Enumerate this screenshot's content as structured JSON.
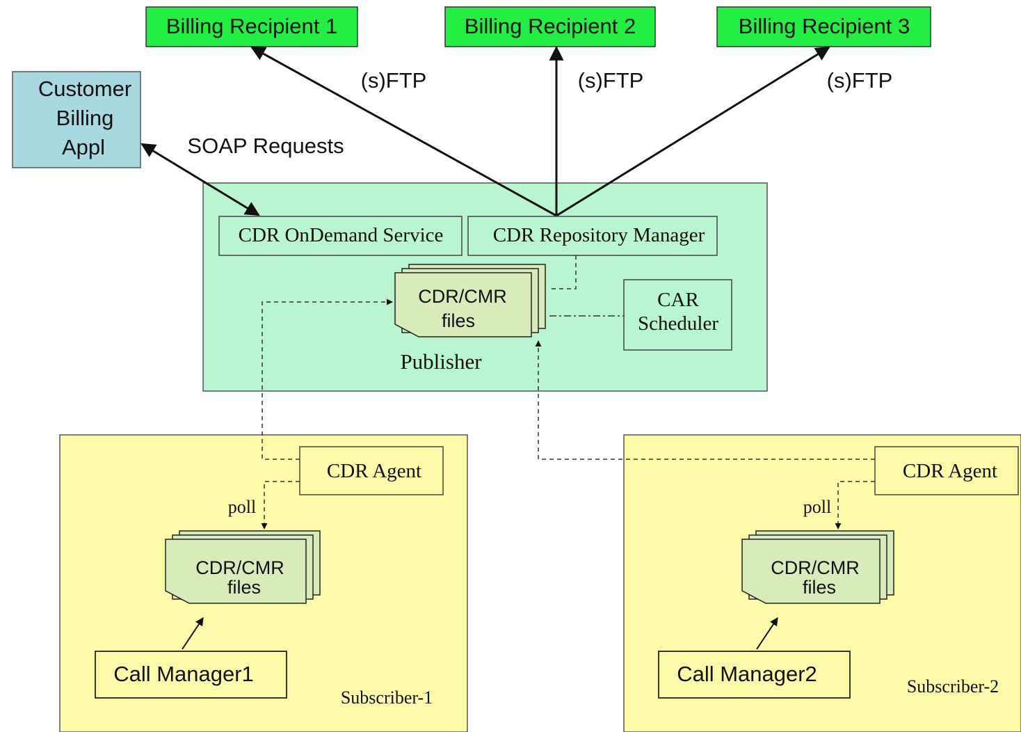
{
  "billing_recipients": [
    {
      "label": "Billing Recipient 1"
    },
    {
      "label": "Billing Recipient 2"
    },
    {
      "label": "Billing Recipient 3"
    }
  ],
  "ftp_labels": [
    "(s)FTP",
    "(s)FTP",
    "(s)FTP"
  ],
  "customer_billing": {
    "line1": "Customer",
    "line2": "Billing",
    "line3": "Appl"
  },
  "soap_label": "SOAP Requests",
  "publisher": {
    "label": "Publisher",
    "ondemand_service": "CDR OnDemand Service",
    "repository_manager": "CDR Repository Manager",
    "car_scheduler": {
      "line1": "CAR",
      "line2": "Scheduler"
    },
    "files": {
      "line1": "CDR/CMR",
      "line2": "files"
    }
  },
  "subscribers": [
    {
      "label": "Subscriber-1",
      "agent": "CDR Agent",
      "poll": "poll",
      "files": {
        "line1": "CDR/CMR",
        "line2": "files"
      },
      "call_manager": "Call Manager1"
    },
    {
      "label": "Subscriber-2",
      "agent": "CDR Agent",
      "poll": "poll",
      "files": {
        "line1": "CDR/CMR",
        "line2": "files"
      },
      "call_manager": "Call Manager2"
    }
  ],
  "colors": {
    "recipient_fill": "#22ee44",
    "customer_fill": "#a8d8e0",
    "publisher_fill": "#b8f5d0",
    "subscriber_fill": "#fafaa8",
    "files_fill": "#d8ebb8",
    "line": "#111111"
  }
}
